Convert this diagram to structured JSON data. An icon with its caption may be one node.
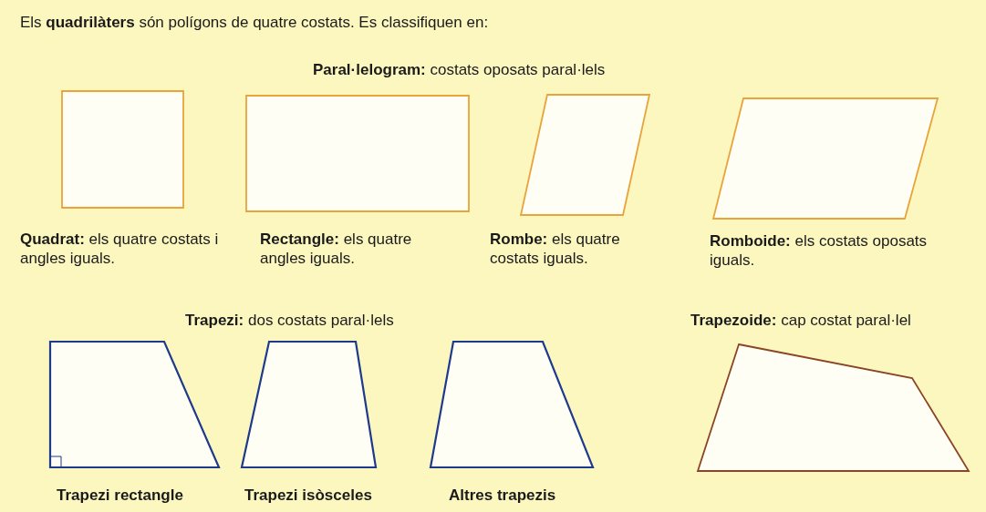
{
  "diagram": {
    "title": "Els **quadrilàters** són polígons de quatre costats. Es classifiquen en:",
    "nodes": [
      {
        "text": [],
        "shape": "box",
        "beside": [
          "**Quadrat:** els quatre costats i angles iguals."
        ]
      },
      {
        "text": [],
        "shape": "box",
        "beside": [
          "**Rectangle:** els quatre angles iguals."
        ]
      },
      {
        "text": [],
        "shape": "parallelogram",
        "beside": [
          "**Rombe:** els quatre costats iguals."
        ]
      },
      {
        "text": [],
        "shape": "parallelogram",
        "beside": [
          "**Romboide:** els costats oposats iguals."
        ]
      },
      {
        "text": [],
        "shape": "trapezoid",
        "beside": [
          "Trapezi rectangle"
        ]
      },
      {
        "text": [],
        "shape": "trapezoid",
        "beside": [
          "Trapezi isòsceles"
        ]
      },
      {
        "text": [],
        "shape": "trapezoid",
        "beside": [
          "Altres trapezis"
        ]
      },
      {
        "text": [],
        "shape": "quadrilateral",
        "beside": [
          "**Trapezoide:** cap costat paral·lel"
        ]
      }
    ],
    "edges": [],
    "labels": [
      "**Paral·lelogram:** costats oposats paral·lels",
      "**Trapezi:** dos costats paral·lels"
    ]
  }
}
